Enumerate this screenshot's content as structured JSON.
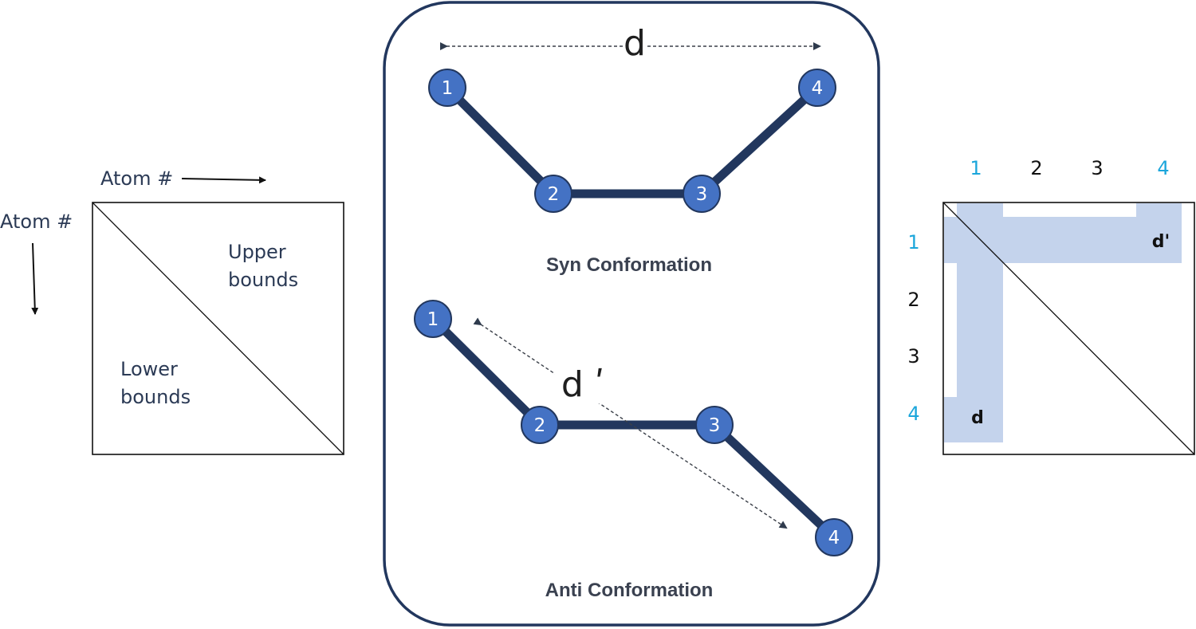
{
  "left_matrix": {
    "top_axis_label": "Atom #",
    "side_axis_label": "Atom #",
    "upper_label": [
      "Upper",
      "bounds"
    ],
    "lower_label": [
      "Lower",
      "bounds"
    ]
  },
  "center_panel": {
    "syn": {
      "distance_label": "d",
      "atoms": [
        "1",
        "2",
        "3",
        "4"
      ],
      "caption": "Syn Conformation"
    },
    "anti": {
      "distance_label": "d ʹ",
      "atoms": [
        "1",
        "2",
        "3",
        "4"
      ],
      "caption": "Anti Conformation"
    }
  },
  "right_matrix": {
    "column_labels": [
      "1",
      "2",
      "3",
      "4"
    ],
    "row_labels": [
      "1",
      "2",
      "3",
      "4"
    ],
    "upper_cell_label": "d'",
    "lower_cell_label": "d",
    "colors": {
      "highlight_label": "#1ba6db",
      "normal_label": "#111111",
      "highlight_fill": "#c4d3ec"
    }
  },
  "colors": {
    "bond": "#22375e",
    "atom_fill": "#4472c4",
    "atom_stroke": "#22375e",
    "panel_stroke": "#22375e"
  }
}
